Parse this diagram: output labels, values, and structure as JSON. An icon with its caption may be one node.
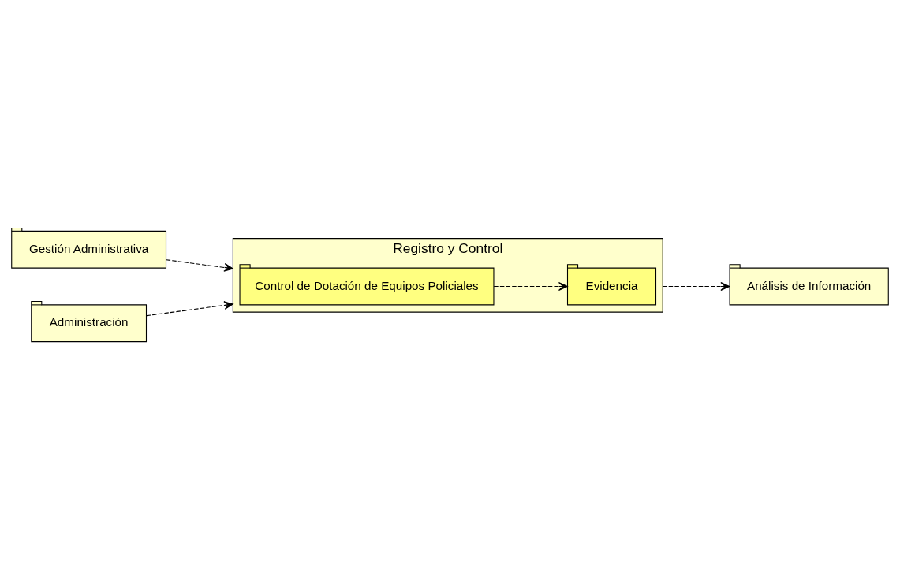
{
  "diagram": {
    "nodes": [
      {
        "text": [
          "Registro y Control"
        ]
      },
      {
        "text": [
          "Control de Dotación de Equipos Policiales"
        ],
        "in": 0
      },
      {
        "text": [
          "Evidencia"
        ],
        "in": 0
      },
      {
        "text": [
          "Análisis de Información"
        ]
      },
      {
        "text": [
          "Gestión Administrativa"
        ]
      },
      {
        "text": [
          "Administración"
        ]
      }
    ],
    "edges": [
      {
        "from": 0,
        "to": 3,
        "arrow": "to",
        "style": "dashed"
      },
      {
        "from": 1,
        "to": 2,
        "arrow": "to",
        "style": "dashed"
      },
      {
        "from": 4,
        "to": 0,
        "arrow": "to",
        "style": "dashed"
      },
      {
        "from": 5,
        "to": 0,
        "arrow": "to",
        "style": "dashed"
      }
    ]
  }
}
